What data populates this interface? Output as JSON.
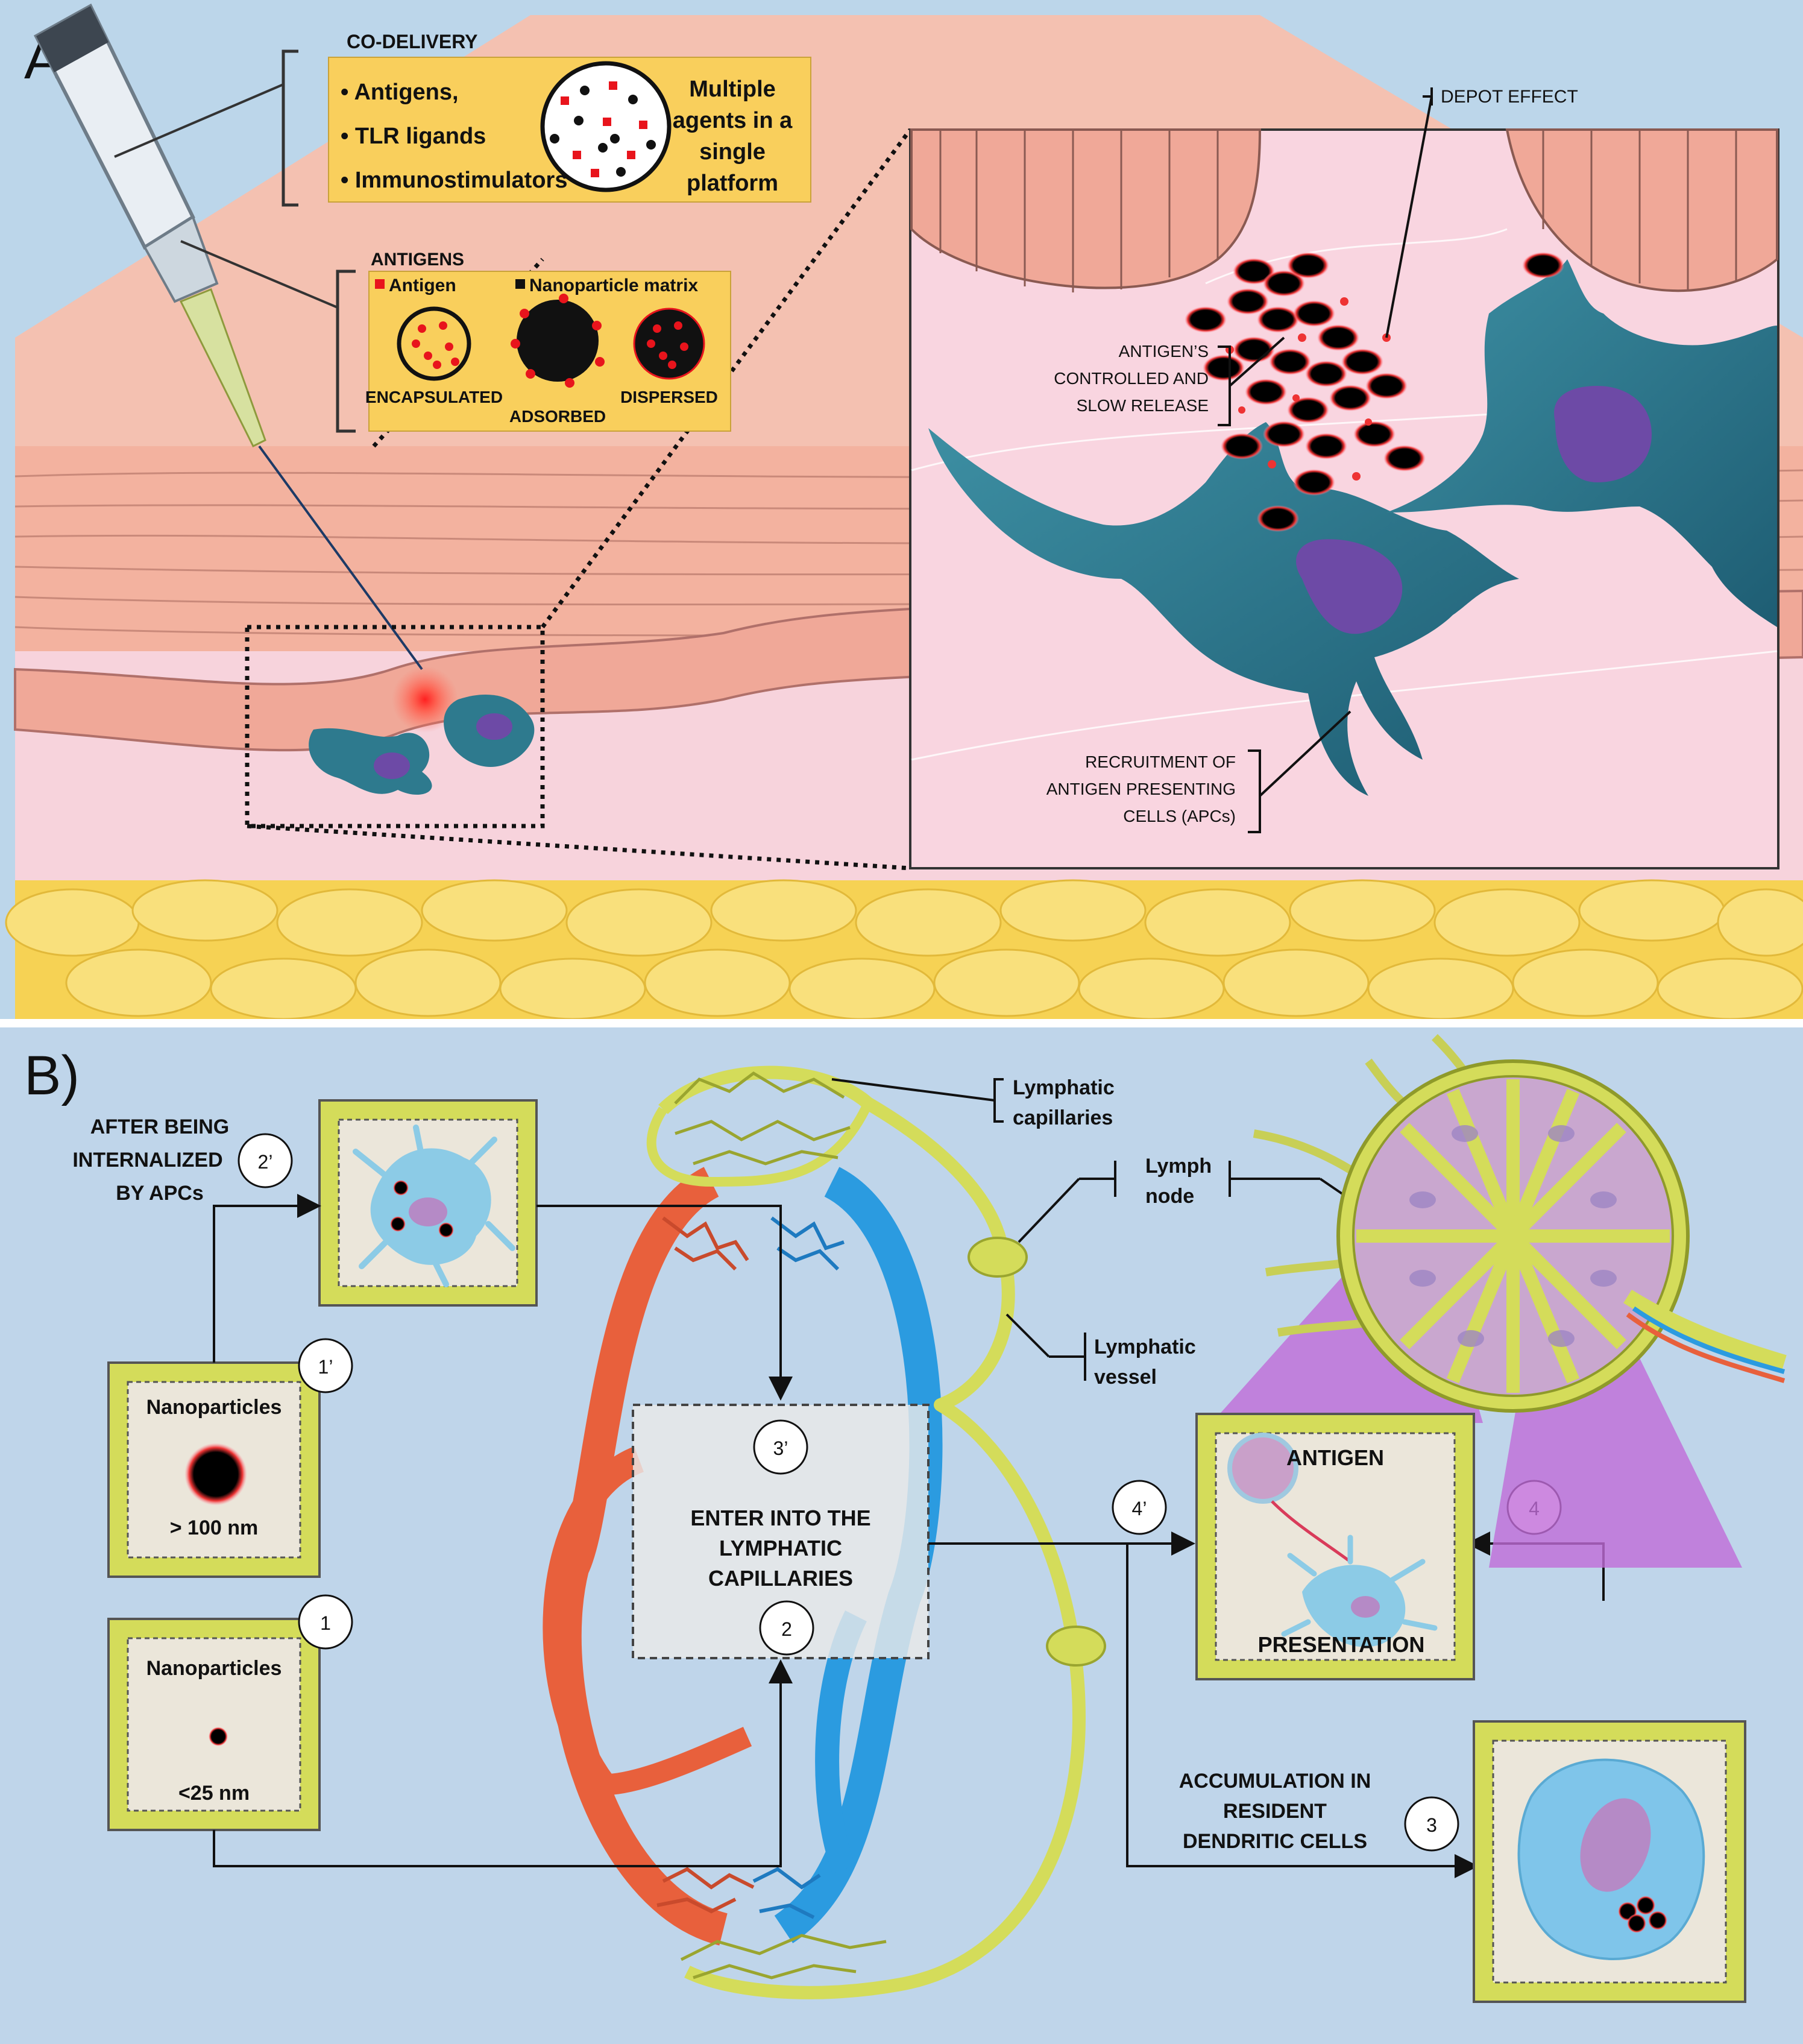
{
  "panel_a": {
    "label": "A)",
    "codelivery": {
      "title": "CO-DELIVERY",
      "bullets": [
        "Antigens,",
        "TLR ligands",
        "Immunostimulators"
      ],
      "right_lines": [
        "Multiple",
        "agents in a",
        "single",
        "platform"
      ]
    },
    "antigens": {
      "title": "ANTIGENS",
      "legend_antigen": "Antigen",
      "legend_matrix": "Nanoparticle matrix",
      "types": [
        "ENCAPSULATED",
        "ADSORBED",
        "DISPERSED"
      ]
    },
    "zoom": {
      "depot": "DEPOT EFFECT",
      "release_lines": [
        "ANTIGEN’S",
        "CONTROLLED AND",
        "SLOW RELEASE"
      ],
      "recruit_lines": [
        "RECRUITMENT OF",
        "ANTIGEN PRESENTING",
        "CELLS (APCs)"
      ]
    },
    "colors": {
      "antigen": "#e8141c",
      "matrix": "#111111",
      "skin": "#f2b7a3",
      "fat": "#f6d254",
      "box": "#f9cf5c"
    }
  },
  "panel_b": {
    "label": "B)",
    "internalized_lines": [
      "AFTER BEING",
      "INTERNALIZED",
      "BY APCs"
    ],
    "np_large": {
      "title": "Nanoparticles",
      "size": "> 100 nm"
    },
    "np_small": {
      "title": "Nanoparticles",
      "size": "<25 nm"
    },
    "center_lines": [
      "ENTER INTO THE",
      "LYMPHATIC",
      "CAPILLARIES"
    ],
    "lymph_capillaries": [
      "Lymphatic",
      "capillaries"
    ],
    "lymph_node": [
      "Lymph",
      "node"
    ],
    "lymph_vessel": [
      "Lymphatic",
      "vessel"
    ],
    "antigen_box": {
      "top": "ANTIGEN",
      "bottom": "PRESENTATION"
    },
    "accumulation_lines": [
      "ACCUMULATION IN",
      "RESIDENT",
      "DENDRITIC CELLS"
    ],
    "steps": {
      "s1": "1",
      "s1p": "1’",
      "s2": "2",
      "s2p": "2’",
      "s3": "3",
      "s3p": "3’",
      "s4": "4",
      "s4p": "4’"
    },
    "colors": {
      "background": "#bfd5ea",
      "lymph": "#d4dc5a",
      "artery": "#e8603c",
      "vein": "#2b9be0",
      "node": "#c9a7cf"
    }
  }
}
